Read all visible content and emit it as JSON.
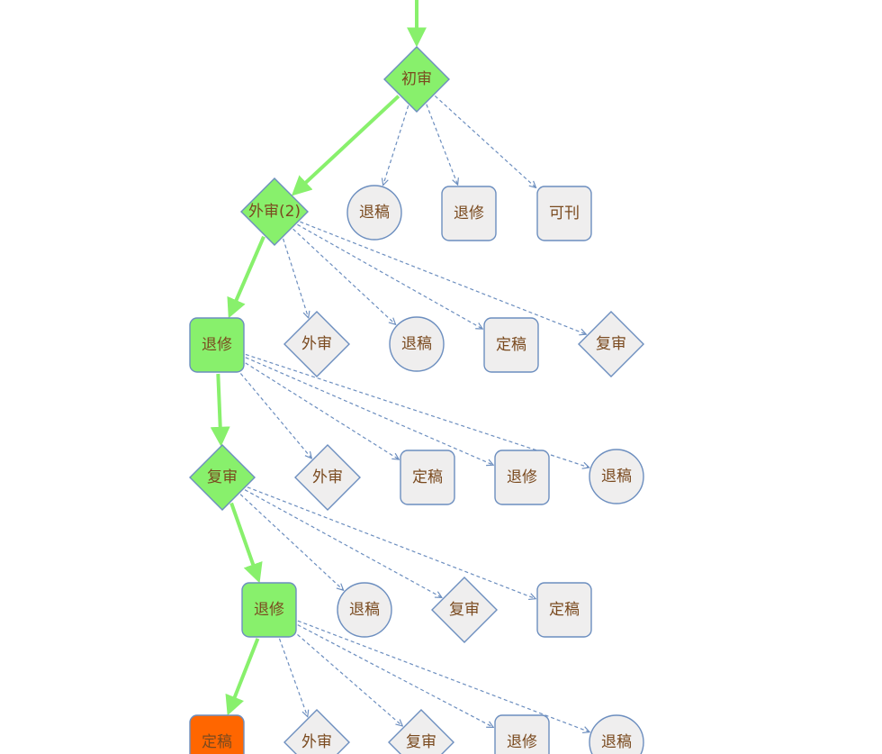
{
  "colors": {
    "active_fill": "#88f06c",
    "final_fill": "#ff6600",
    "option_fill": "#efeeee",
    "border": "#6c8ebf",
    "label": "#7a4a1f"
  },
  "nodes": [
    {
      "id": "n1",
      "shape": "diamond",
      "label": "初审",
      "state": "active"
    },
    {
      "id": "n2",
      "shape": "diamond",
      "label": "外审(2)",
      "state": "active"
    },
    {
      "id": "n3",
      "shape": "circle",
      "label": "退稿",
      "state": "option"
    },
    {
      "id": "n4",
      "shape": "rounded",
      "label": "退修",
      "state": "option"
    },
    {
      "id": "n5",
      "shape": "rounded",
      "label": "可刊",
      "state": "option"
    },
    {
      "id": "n6",
      "shape": "rounded",
      "label": "退修",
      "state": "active"
    },
    {
      "id": "n7",
      "shape": "diamond",
      "label": "外审",
      "state": "option"
    },
    {
      "id": "n8",
      "shape": "circle",
      "label": "退稿",
      "state": "option"
    },
    {
      "id": "n9",
      "shape": "rounded",
      "label": "定稿",
      "state": "option"
    },
    {
      "id": "n10",
      "shape": "diamond",
      "label": "复审",
      "state": "option"
    },
    {
      "id": "n11",
      "shape": "diamond",
      "label": "复审",
      "state": "active"
    },
    {
      "id": "n12",
      "shape": "diamond",
      "label": "外审",
      "state": "option"
    },
    {
      "id": "n13",
      "shape": "rounded",
      "label": "定稿",
      "state": "option"
    },
    {
      "id": "n14",
      "shape": "rounded",
      "label": "退修",
      "state": "option"
    },
    {
      "id": "n15",
      "shape": "circle",
      "label": "退稿",
      "state": "option"
    },
    {
      "id": "n16",
      "shape": "rounded",
      "label": "退修",
      "state": "active"
    },
    {
      "id": "n17",
      "shape": "circle",
      "label": "退稿",
      "state": "option"
    },
    {
      "id": "n18",
      "shape": "diamond",
      "label": "复审",
      "state": "option"
    },
    {
      "id": "n19",
      "shape": "rounded",
      "label": "定稿",
      "state": "option"
    },
    {
      "id": "n20",
      "shape": "rounded",
      "label": "定稿",
      "state": "final"
    },
    {
      "id": "n21",
      "shape": "diamond",
      "label": "外审",
      "state": "option"
    },
    {
      "id": "n22",
      "shape": "diamond",
      "label": "复审",
      "state": "option"
    },
    {
      "id": "n23",
      "shape": "rounded",
      "label": "退修",
      "state": "option"
    },
    {
      "id": "n24",
      "shape": "circle",
      "label": "退稿",
      "state": "option"
    }
  ],
  "edges": [
    {
      "from": "start",
      "to": "n1",
      "style": "main"
    },
    {
      "from": "n1",
      "to": "n2",
      "style": "main"
    },
    {
      "from": "n1",
      "to": "n3",
      "style": "dashed"
    },
    {
      "from": "n1",
      "to": "n4",
      "style": "dashed"
    },
    {
      "from": "n1",
      "to": "n5",
      "style": "dashed"
    },
    {
      "from": "n2",
      "to": "n6",
      "style": "main"
    },
    {
      "from": "n2",
      "to": "n7",
      "style": "dashed"
    },
    {
      "from": "n2",
      "to": "n8",
      "style": "dashed"
    },
    {
      "from": "n2",
      "to": "n9",
      "style": "dashed"
    },
    {
      "from": "n2",
      "to": "n10",
      "style": "dashed"
    },
    {
      "from": "n6",
      "to": "n11",
      "style": "main"
    },
    {
      "from": "n6",
      "to": "n12",
      "style": "dashed"
    },
    {
      "from": "n6",
      "to": "n13",
      "style": "dashed"
    },
    {
      "from": "n6",
      "to": "n14",
      "style": "dashed"
    },
    {
      "from": "n6",
      "to": "n15",
      "style": "dashed"
    },
    {
      "from": "n11",
      "to": "n16",
      "style": "main"
    },
    {
      "from": "n11",
      "to": "n17",
      "style": "dashed"
    },
    {
      "from": "n11",
      "to": "n18",
      "style": "dashed"
    },
    {
      "from": "n11",
      "to": "n19",
      "style": "dashed"
    },
    {
      "from": "n16",
      "to": "n20",
      "style": "main"
    },
    {
      "from": "n16",
      "to": "n21",
      "style": "dashed"
    },
    {
      "from": "n16",
      "to": "n22",
      "style": "dashed"
    },
    {
      "from": "n16",
      "to": "n23",
      "style": "dashed"
    },
    {
      "from": "n16",
      "to": "n24",
      "style": "dashed"
    }
  ]
}
